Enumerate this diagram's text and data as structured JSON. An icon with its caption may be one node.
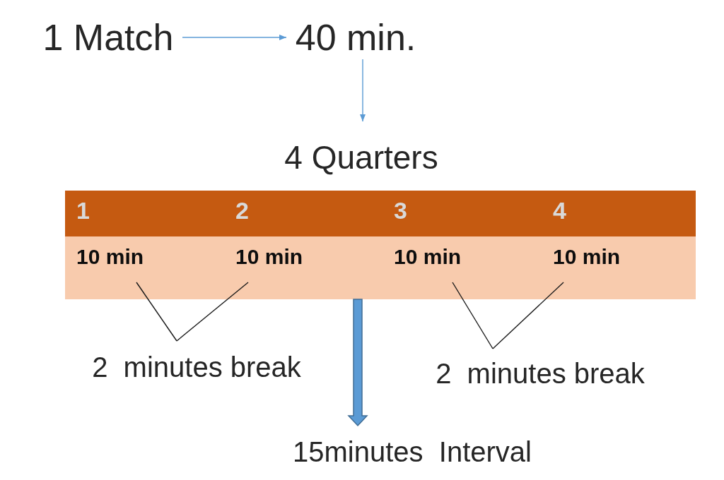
{
  "diagram": {
    "nodes": [
      {
        "text": [
          "1 Match"
        ]
      },
      {
        "text": [
          "40 min."
        ]
      },
      {
        "text": [
          "4 Quarters"
        ]
      },
      {
        "text": [],
        "shape": "bar"
      },
      {
        "text": [
          "1",
          "10 min"
        ],
        "in": 3
      },
      {
        "text": [
          "2",
          "10 min"
        ],
        "in": 3
      },
      {
        "text": [
          "3",
          "10 min"
        ],
        "in": 3
      },
      {
        "text": [
          "4",
          "10 min"
        ],
        "in": 3
      },
      {
        "text": [
          "2  minutes break"
        ]
      },
      {
        "text": [
          "2  minutes break"
        ]
      },
      {
        "text": [
          "15minutes  Interval"
        ]
      }
    ],
    "edges": [
      {
        "from": 0,
        "to": 1,
        "arrow": "to",
        "color": "#5b9bd5"
      },
      {
        "from": 1,
        "to": 2,
        "arrow": "to",
        "color": "#5b9bd5"
      },
      {
        "from": 4,
        "to": 8,
        "arrow": "none"
      },
      {
        "from": 5,
        "to": 8,
        "arrow": "none"
      },
      {
        "from": 6,
        "to": 9,
        "arrow": "none"
      },
      {
        "from": 7,
        "to": 9,
        "arrow": "none"
      },
      {
        "from": 3,
        "to": 10,
        "arrow": "to",
        "style": "thick",
        "color": "#5b9bd5"
      }
    ]
  }
}
